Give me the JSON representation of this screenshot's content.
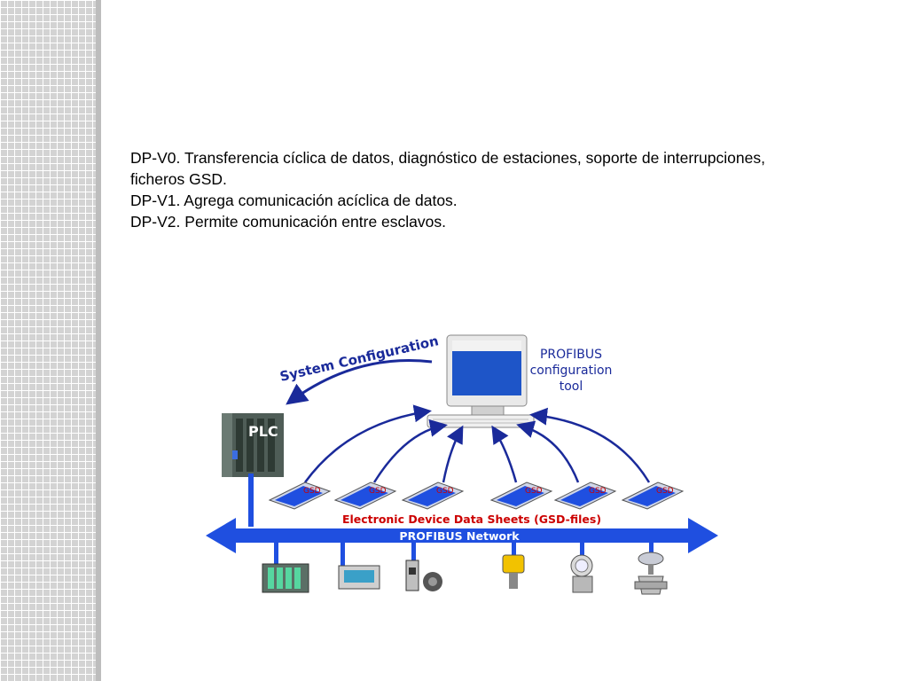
{
  "slide": {
    "lines": [
      "DP-V0. Transferencia cíclica de datos, diagnóstico de estaciones, soporte de interrupciones,",
      "ficheros GSD.",
      "DP-V1. Agrega comunicación acíclica de datos.",
      "DP-V2. Permite comunicación entre esclavos."
    ]
  },
  "diagram": {
    "system_configuration": "System Configuration",
    "tool_label": [
      "PROFIBUS",
      "configuration",
      "tool"
    ],
    "plc_label": "PLC",
    "gsd_label": "GSD",
    "gsd_files_label": "Electronic Device Data Sheets (GSD-files)",
    "network_label": "PROFIBUS Network",
    "colors": {
      "network": "#1f4fe0",
      "arrow": "#1a2a9a",
      "gsd_text": "#cc0000"
    },
    "icons": [
      "plc-icon",
      "computer-icon",
      "gsd-disk-icon",
      "rack-icon",
      "panel-icon",
      "drive-icon",
      "sensor-icon",
      "transmitter-icon",
      "valve-icon"
    ]
  }
}
